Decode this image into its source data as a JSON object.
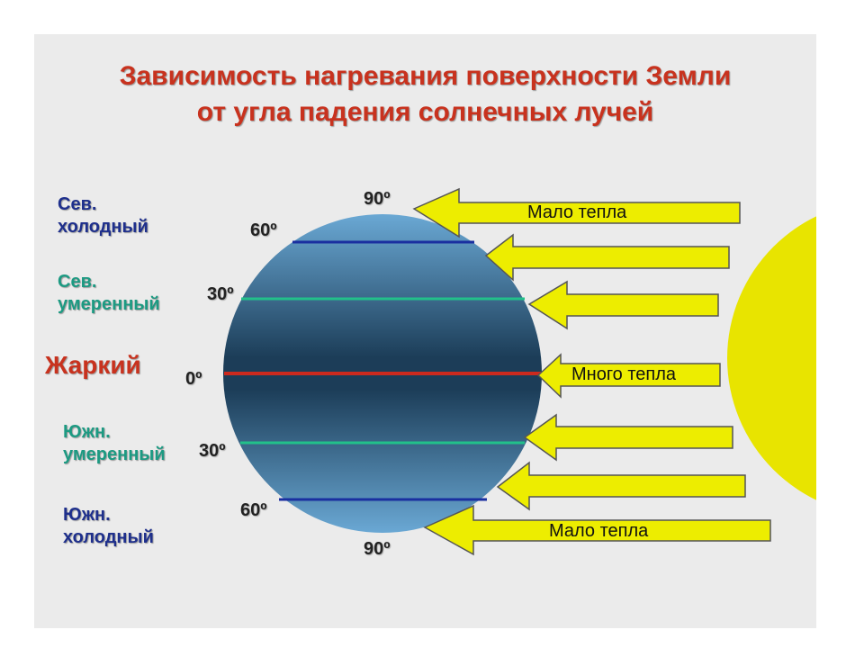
{
  "title": {
    "line1": "Зависимость нагревания поверхности Земли",
    "line2": "от угла падения солнечных лучей"
  },
  "zones": {
    "north_cold": [
      "Сев.",
      "холодный"
    ],
    "north_temperate": [
      "Сев.",
      "умеренный"
    ],
    "hot": "Жаркий",
    "south_temperate": [
      "Южн.",
      "умеренный"
    ],
    "south_cold": [
      "Южн.",
      "холодный"
    ]
  },
  "latitudes": {
    "n90": "90º",
    "n60": "60º",
    "n30": "30º",
    "eq": "0º",
    "s30": "30º",
    "s60": "60º",
    "s90": "90º"
  },
  "arrows": {
    "top": "Мало тепла",
    "middle": "Много тепла",
    "bottom": "Мало тепла"
  },
  "colors": {
    "title": "#c8321e",
    "cold_zone": "#1e2f8c",
    "temperate_zone": "#1c9a82",
    "hot_zone": "#c8321e",
    "sun": "#e8e400",
    "arrow_fill": "#eded00",
    "globe_edge": "#6aa8d4",
    "globe_center": "#1c3d58"
  },
  "icons": {
    "sun": "sun-icon",
    "globe": "globe-icon"
  }
}
